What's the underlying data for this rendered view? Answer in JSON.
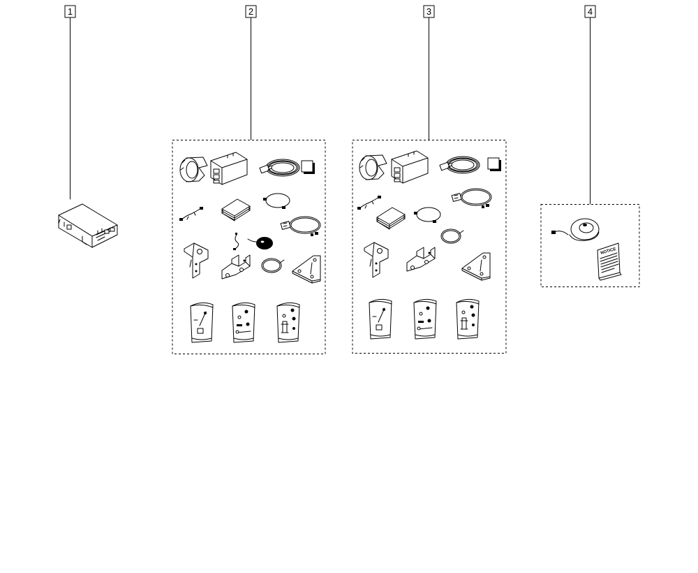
{
  "callouts": [
    {
      "number": "1"
    },
    {
      "number": "2"
    },
    {
      "number": "3"
    },
    {
      "number": "4"
    }
  ],
  "notice_label": "NOTICE",
  "icons": {
    "group1": [
      "control-unit-icon"
    ],
    "group2": [
      "clamp-ring-icon",
      "connector-block-icon",
      "coiled-wiring-harness-icon",
      "sticker-icon",
      "small-cable-icon",
      "document-pad-icon",
      "cable-loop-icon",
      "sensor-wire-icon",
      "round-sensor-icon",
      "harness-with-connector-icon",
      "l-bracket-icon",
      "u-bracket-icon",
      "wire-ring-icon",
      "triangular-plate-icon",
      "hardware-bag-icon"
    ],
    "group3": [
      "clamp-ring-icon",
      "connector-block-icon",
      "coiled-wiring-harness-icon",
      "sticker-icon",
      "small-cable-icon",
      "harness-with-connector-icon",
      "document-pad-icon",
      "cable-loop-icon",
      "wire-ring-icon",
      "l-bracket-icon",
      "u-bracket-icon",
      "triangular-plate-icon",
      "hardware-bag-icon"
    ],
    "group4": [
      "siren-icon",
      "notice-booklet-icon"
    ]
  }
}
